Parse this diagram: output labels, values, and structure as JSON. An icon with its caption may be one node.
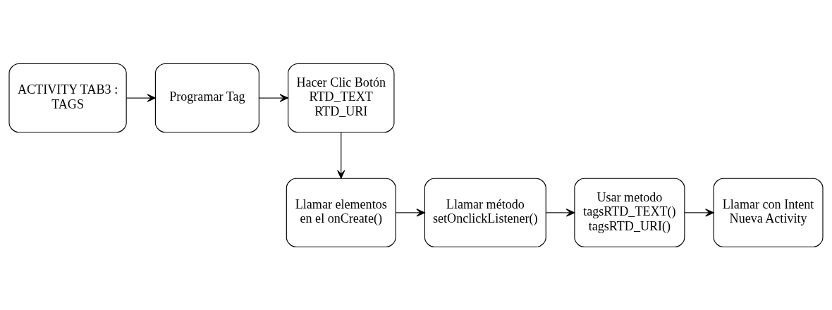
{
  "diagram": {
    "nodes": [
      {
        "text": [
          "ACTIVITY TAB3 : TAGS"
        ]
      },
      {
        "text": [
          "Programar Tag"
        ]
      },
      {
        "text": [
          "Hacer Clic Botón",
          "RTD_TEXT",
          "RTD_URI"
        ]
      },
      {
        "text": [
          "Llamar elementos en el onCreate()"
        ]
      },
      {
        "text": [
          "Llamar método setOnclickListener()"
        ]
      },
      {
        "text": [
          "Usar metodo",
          "tagsRTD_TEXT()",
          "tagsRTD_URI()"
        ]
      },
      {
        "text": [
          "Llamar con Intent Nueva Activity"
        ]
      }
    ],
    "edges": [
      {
        "from": 0,
        "to": 1,
        "arrow": "to"
      },
      {
        "from": 1,
        "to": 2,
        "arrow": "to"
      },
      {
        "from": 2,
        "to": 3,
        "arrow": "to"
      },
      {
        "from": 3,
        "to": 4,
        "arrow": "to"
      },
      {
        "from": 4,
        "to": 5,
        "arrow": "to"
      },
      {
        "from": 5,
        "to": 6,
        "arrow": "to"
      }
    ]
  }
}
